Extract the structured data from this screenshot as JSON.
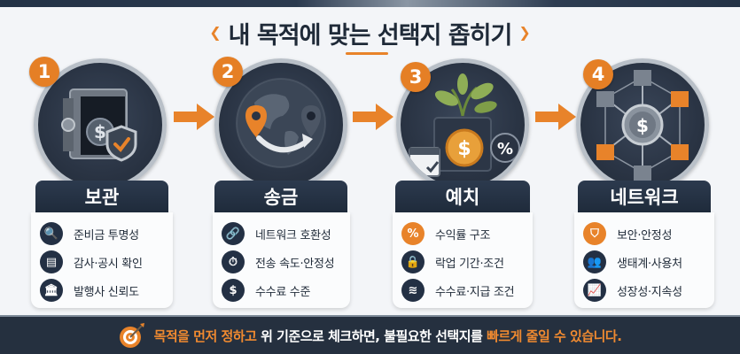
{
  "header": {
    "title": "내 목적에 맞는 선택지 좁히기",
    "deco_left": "❮",
    "deco_right": "❯"
  },
  "colors": {
    "accent": "#e8832a",
    "dark": "#25303f",
    "background": "#f3f5f8"
  },
  "steps": [
    {
      "number": "1",
      "label": "보관",
      "illustration": "safe-with-dollar-coin-and-shield",
      "items": [
        {
          "icon": "search-icon",
          "glyph": "🔍",
          "text": "준비금 투명성"
        },
        {
          "icon": "document-chart-icon",
          "glyph": "▤",
          "text": "감사·공시 확인"
        },
        {
          "icon": "bank-icon",
          "glyph": "🏛",
          "text": "발행사 신뢰도"
        }
      ]
    },
    {
      "number": "2",
      "label": "송금",
      "illustration": "globe-with-location-pins-and-arrow",
      "items": [
        {
          "icon": "link-icon",
          "glyph": "🔗",
          "text": "네트워크 호환성"
        },
        {
          "icon": "stopwatch-icon",
          "glyph": "⏱",
          "text": "전송 속도·안정성"
        },
        {
          "icon": "dollar-icon",
          "glyph": "$",
          "text": "수수료 수준"
        }
      ]
    },
    {
      "number": "3",
      "label": "예치",
      "illustration": "plant-pot-with-coin-calendar-percent",
      "items": [
        {
          "icon": "percent-icon",
          "glyph": "%",
          "text": "수익률 구조"
        },
        {
          "icon": "lock-icon",
          "glyph": "🔒",
          "text": "락업 기간·조건"
        },
        {
          "icon": "coins-icon",
          "glyph": "≋",
          "text": "수수료·지급 조건"
        }
      ]
    },
    {
      "number": "4",
      "label": "네트워크",
      "illustration": "blockchain-nodes-around-dollar",
      "items": [
        {
          "icon": "shield-icon",
          "glyph": "⛉",
          "text": "보안·안정성"
        },
        {
          "icon": "users-icon",
          "glyph": "👥",
          "text": "생태계·사용처"
        },
        {
          "icon": "growth-chart-icon",
          "glyph": "📈",
          "text": "성장성·지속성"
        }
      ]
    }
  ],
  "footer": {
    "icon": "target-icon",
    "highlight_1": "목적을 먼저 정하고",
    "text_1": " 위 기준으로 체크하면, 불필요한 선택지를 ",
    "highlight_2": "빠르게 줄일 수 있습니다."
  }
}
